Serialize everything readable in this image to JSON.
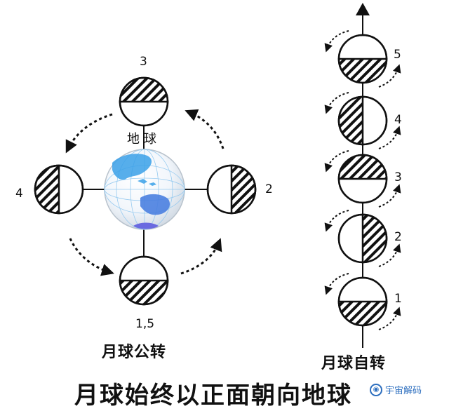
{
  "earth_label": "地球",
  "revolution": {
    "caption": "月球公转",
    "positions": [
      {
        "label": "3",
        "hatched_side": "top"
      },
      {
        "label": "2",
        "hatched_side": "right"
      },
      {
        "label": "1,5",
        "hatched_side": "bottom"
      },
      {
        "label": "4",
        "hatched_side": "left"
      }
    ]
  },
  "rotation": {
    "caption": "月球自转",
    "positions": [
      {
        "label": "5",
        "hatched_side": "bottom"
      },
      {
        "label": "4",
        "hatched_side": "left"
      },
      {
        "label": "3",
        "hatched_side": "top"
      },
      {
        "label": "2",
        "hatched_side": "right"
      },
      {
        "label": "1",
        "hatched_side": "bottom"
      }
    ]
  },
  "main_caption": "月球始终以正面朝向地球",
  "watermark": "宇宙解码",
  "colors": {
    "ink": "#111111",
    "ocean": "#3aa0e8",
    "land": "#7ec8f2",
    "australia": "#4a7fe0",
    "antarctica": "#6a6ae0"
  }
}
